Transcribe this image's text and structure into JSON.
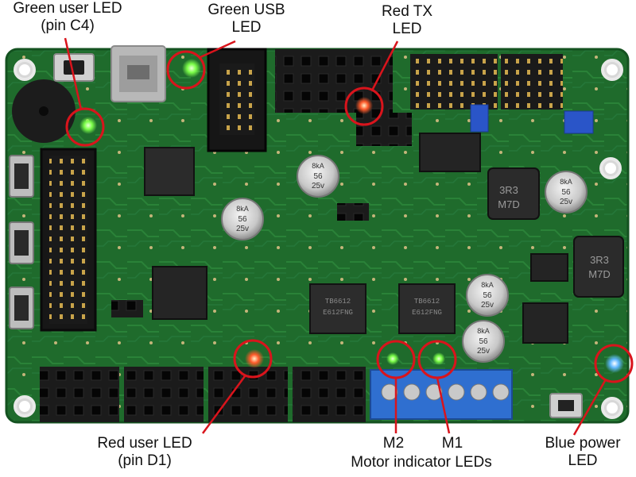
{
  "labels": {
    "green_user_led_1": "Green user LED",
    "green_user_led_2": "(pin C4)",
    "green_usb_led_1": "Green USB",
    "green_usb_led_2": "LED",
    "red_tx_led_1": "Red TX",
    "red_tx_led_2": "LED",
    "red_user_led_1": "Red user LED",
    "red_user_led_2": "(pin D1)",
    "m2": "M2",
    "m1": "M1",
    "motor_indicator_leds": "Motor indicator LEDs",
    "blue_power_led_1": "Blue power",
    "blue_power_led_2": "LED"
  },
  "component_text": {
    "cap_1a": "8kA",
    "cap_1b": "56",
    "cap_1c": "25v",
    "cap_2a": "8kA",
    "cap_2b": "56",
    "cap_2c": "25v",
    "cap_3a": "8kA",
    "cap_3b": "56",
    "cap_3c": "25v",
    "cap_4a": "8kA",
    "cap_4b": "56",
    "cap_4c": "25v",
    "cap_5a": "8kA",
    "cap_5b": "56",
    "cap_5c": "25v",
    "inductor_1a": "3R3",
    "inductor_1b": "M7D",
    "inductor_2a": "3R3",
    "inductor_2b": "M7D",
    "driver_1a": "TB6612",
    "driver_1b": "E612FNG",
    "driver_2a": "TB6612",
    "driver_2b": "E612FNG"
  },
  "colors": {
    "pcb_green": "#1f6b2c",
    "led_green": "#7dff4a",
    "led_red": "#ff5a2a",
    "led_blue": "#5fb8ff",
    "callout_red": "#d9141c",
    "terminal_blue": "#2f6fd0"
  }
}
